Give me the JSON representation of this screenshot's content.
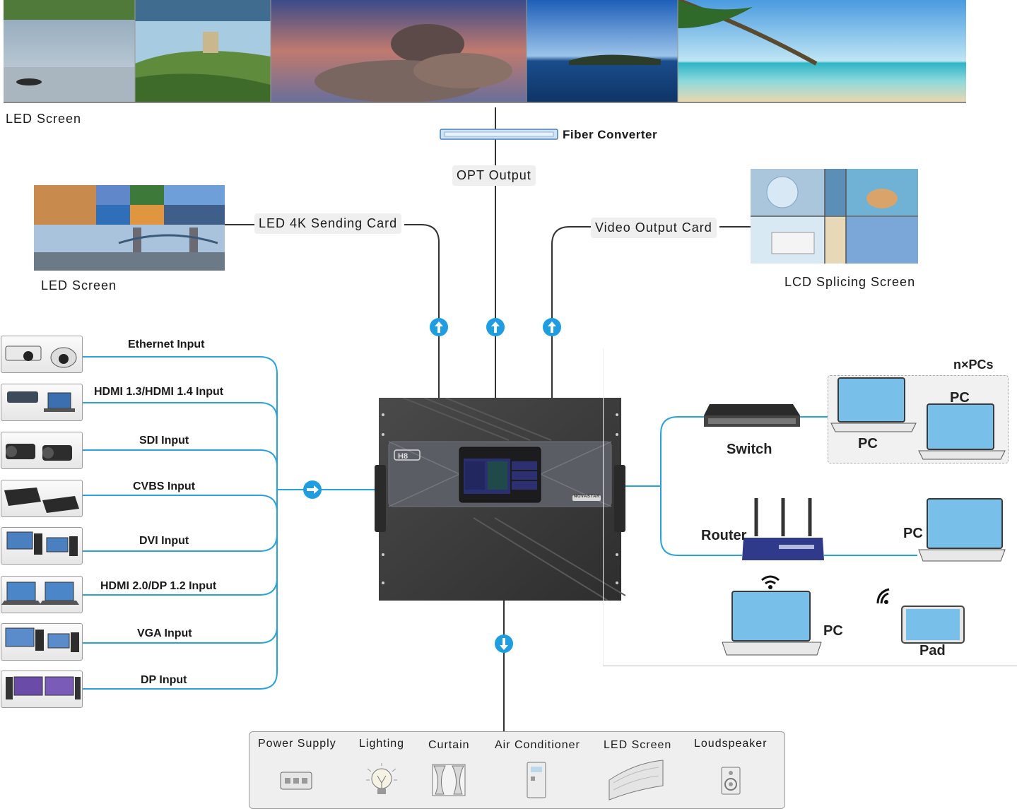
{
  "led_screen_top": {
    "label": "LED  Screen"
  },
  "fiber_converter": {
    "label": "Fiber Converter"
  },
  "opt_output": {
    "label": "OPT Output"
  },
  "led_sending_card": {
    "label": "LED  4K Sending Card"
  },
  "video_output_card": {
    "label": "Video Output Card"
  },
  "led_screen_left": {
    "label": "LED  Screen"
  },
  "lcd_splicing": {
    "label": "LCD Splicing Screen"
  },
  "inputs": [
    {
      "label": "Ethernet Input",
      "icon": "ip-camera-icon"
    },
    {
      "label": "HDMI 1.3/HDMI 1.4  Input",
      "icon": "projector-laptop-icon"
    },
    {
      "label": "SDI Input",
      "icon": "camcorder-icon"
    },
    {
      "label": "CVBS Input",
      "icon": "converter-box-icon"
    },
    {
      "label": "DVI Input",
      "icon": "desktop-pc-icon"
    },
    {
      "label": "HDMI 2.0/DP 1.2 Input",
      "icon": "laptop-icon"
    },
    {
      "label": "VGA Input",
      "icon": "desktop-pc-icon"
    },
    {
      "label": "DP Input",
      "icon": "desktop-monitor-icon"
    }
  ],
  "device": {
    "badge": "H8",
    "brand": "NOVASTAR"
  },
  "network": {
    "group_label": "n×PCs",
    "switch_label": "Switch",
    "router_label": "Router",
    "pc_label_1": "PC",
    "pc_label_2": "PC",
    "pc_label_3": "PC",
    "pc_label_4": "PC",
    "pad_label": "Pad"
  },
  "controls": [
    {
      "label": "Power Supply",
      "icon": "power-strip-icon"
    },
    {
      "label": "Lighting",
      "icon": "light-bulb-icon"
    },
    {
      "label": "Curtain",
      "icon": "curtain-icon"
    },
    {
      "label": "Air Conditioner",
      "icon": "air-conditioner-icon"
    },
    {
      "label": "LED Screen",
      "icon": "curved-led-screen-icon"
    },
    {
      "label": "Loudspeaker",
      "icon": "loudspeaker-icon"
    }
  ],
  "colors": {
    "line": "#2aa3dc",
    "arrow": "#1e9ee0",
    "device": "#3a3a3a"
  }
}
